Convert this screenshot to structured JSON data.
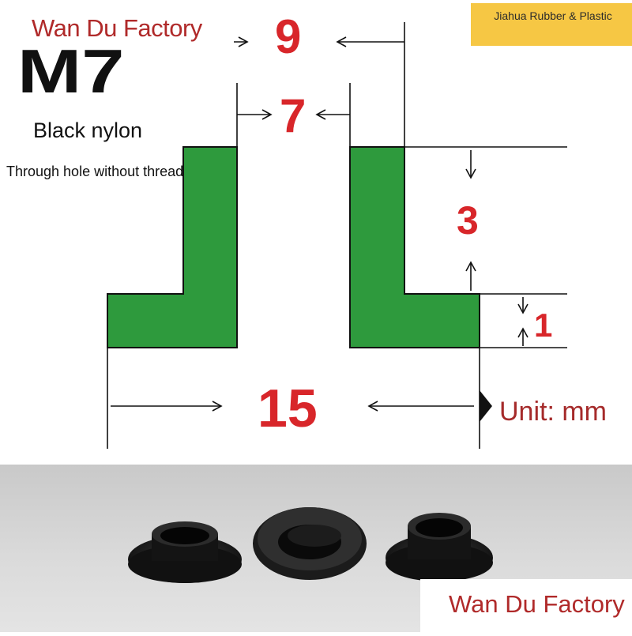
{
  "watermark_top": "Wan Du Factory",
  "badge": "Jiahua Rubber & Plastic",
  "model": "M7",
  "material": "Black nylon",
  "hole_type": "Through hole without thread",
  "dimensions": {
    "outer_top": "9",
    "inner": "7",
    "height": "3",
    "flange": "1",
    "flange_diameter": "15"
  },
  "unit": "Unit: mm",
  "watermark_bottom": "Wan Du Factory",
  "colors": {
    "profile_fill": "#2e9a3d",
    "dimension_text": "#d8262a",
    "watermark": "#b02a2a",
    "badge_bg": "#f6c744"
  }
}
